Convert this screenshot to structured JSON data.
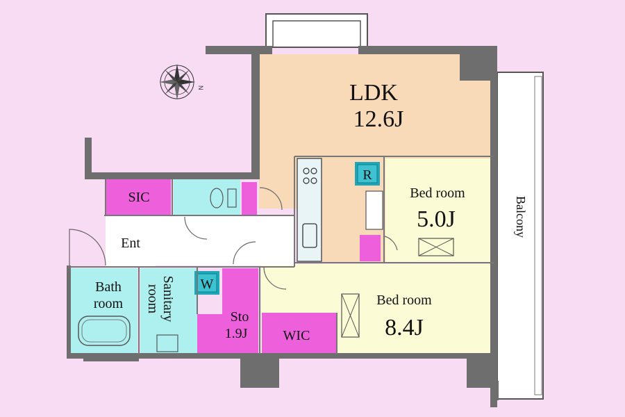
{
  "colors": {
    "background": "#f7dcf3",
    "wall": "#6e6e6e",
    "ldk": "#f8d9b8",
    "bedroom": "#fbfbd6",
    "storage": "#ee5fdc",
    "wet": "#aef0f0",
    "hall": "#ffffff",
    "badge": "#1fa6b8"
  },
  "rooms": {
    "ldk_label": "LDK",
    "ldk_size": "12.6J",
    "bed1_label": "Bed room",
    "bed1_size": "5.0J",
    "bed2_label": "Bed room",
    "bed2_size": "8.4J",
    "sic_label": "SIC",
    "ent_label": "Ent",
    "bath_line1": "Bath",
    "bath_line2": "room",
    "sanitary_line1": "Sanitary",
    "sanitary_line2": "room",
    "sto_label": "Sto",
    "sto_size": "1.9J",
    "wic_label": "WIC",
    "balcony_label": "Balcony"
  },
  "badges": {
    "refrigerator": "R",
    "washer": "W"
  },
  "compass_north": "N"
}
